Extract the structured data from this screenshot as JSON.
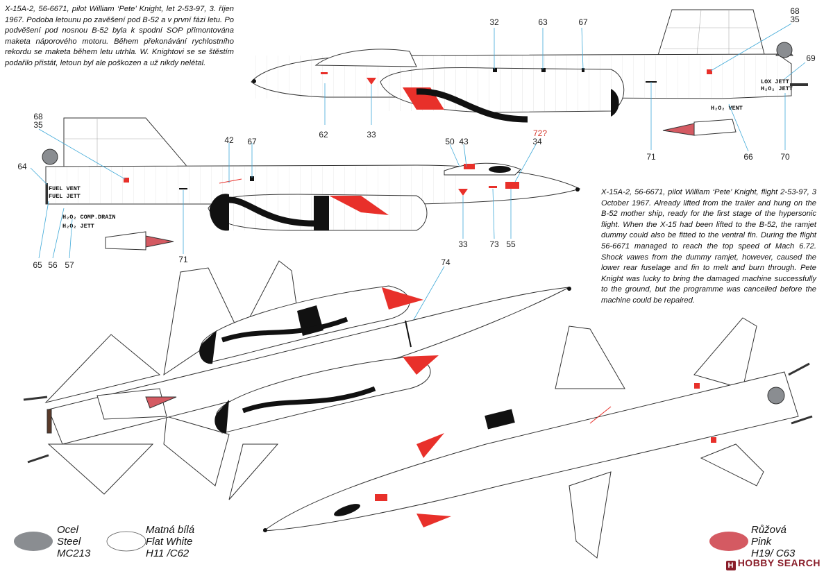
{
  "notes": {
    "czech": "X-15A-2, 56-6671, pilot William ‘Pete’ Knight, let 2-53-97, 3. říjen 1967. Podoba letounu po zavěšení pod B-52 a v první fázi letu. Po podvěšení pod nosnou B-52 byla k spodní SOP přimontována maketa náporového motoru. Během překonávání rychlostního rekordu se maketa během letu utrhla. W. Knightovi se se štěstím podařilo přistát, letoun byl ale poškozen a už nikdy nelétal.",
    "english": "X-15A-2, 56-6671, pilot William ‘Pete’ Knight, flight 2-53-97, 3 October 1967. Already lifted from the trailer and hung on the B-52 mother ship, ready for the first stage of the hypersonic flight. When the X-15 had been lifted to the B-52, the ramjet dummy could also be fitted to the ventral fin. During the flight 56-6671 managed to reach the top speed of Mach 6.72. Shock vawes from the dummy ramjet, however, caused the lower rear fuselage and fin to melt and burn through. Pete Knight was lucky to bring the damaged machine successfully to the ground, but the programme was cancelled before the machine could be repaired."
  },
  "callouts_top": [
    "32",
    "63",
    "67",
    "68",
    "35",
    "69",
    "62",
    "33",
    "71",
    "66",
    "70"
  ],
  "callouts_mid": [
    "68",
    "35",
    "64",
    "42",
    "67",
    "50",
    "43",
    "72?",
    "34",
    "65",
    "56",
    "57",
    "71",
    "33",
    "73",
    "55"
  ],
  "callout_74": "74",
  "stencils": {
    "lox_jett": "LOX JETT",
    "h2o2_jett_top": "H₂O₂ JETT",
    "h2o2_vent": "H₂O₂ VENT",
    "fuel_vent": "FUEL VENT",
    "fuel_jett": "FUEL JETT",
    "h2o2_comp_drain": "H₂O₂ COMP.DRAIN",
    "h2o2_jett_mid": "H₂O₂ JETT"
  },
  "legend": [
    {
      "line1": "Ocel",
      "line2": "Steel",
      "line3": "MC213",
      "color": "#8a8d91"
    },
    {
      "line1": "Matná bílá",
      "line2": "Flat White",
      "line3": "H11 /C62",
      "color": "#ffffff"
    },
    {
      "line1": "Růžová",
      "line2": "Pink",
      "line3": "H19/ C63",
      "color": "#d45a62"
    }
  ],
  "watermark": {
    "brand": "HOBBY SEARCH",
    "mark": "H"
  },
  "colors": {
    "red": "#e8302a",
    "steel": "#8a8d91",
    "pink": "#d45a62",
    "line": "#333333",
    "leader": "#3fa9d8"
  }
}
